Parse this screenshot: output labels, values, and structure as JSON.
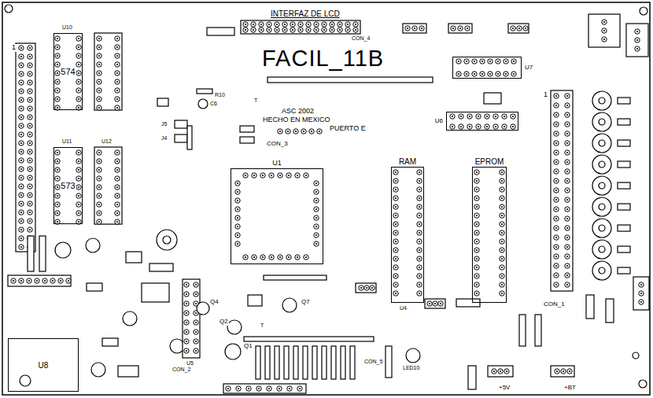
{
  "diagram": {
    "title": "FACIL_11B",
    "nodes": [
      {
        "text": [
          "574"
        ]
      },
      {
        "text": [
          "573"
        ]
      },
      {
        "text": [
          "U1"
        ]
      },
      {
        "text": [
          "RAM"
        ]
      },
      {
        "text": [
          "EPROM"
        ]
      },
      {
        "text": [
          "U7"
        ]
      },
      {
        "text": [
          "U6"
        ]
      },
      {
        "text": [
          "U8"
        ]
      }
    ],
    "labels": [
      "INTERFAZ DE LCD",
      "ASC 2002",
      "HECHO EN MEXICO",
      "PUERTO E",
      "CON_3",
      "CON_4",
      "CON_1",
      "CON_5",
      "CON_2",
      "U10",
      "U11",
      "U12",
      "U4",
      "U5",
      "Q1",
      "Q2",
      "Q4",
      "Q7",
      "R10",
      "C6",
      "J5",
      "J4",
      "LED10",
      "+5V",
      "+BT",
      "1",
      "1",
      "T",
      "T"
    ]
  }
}
